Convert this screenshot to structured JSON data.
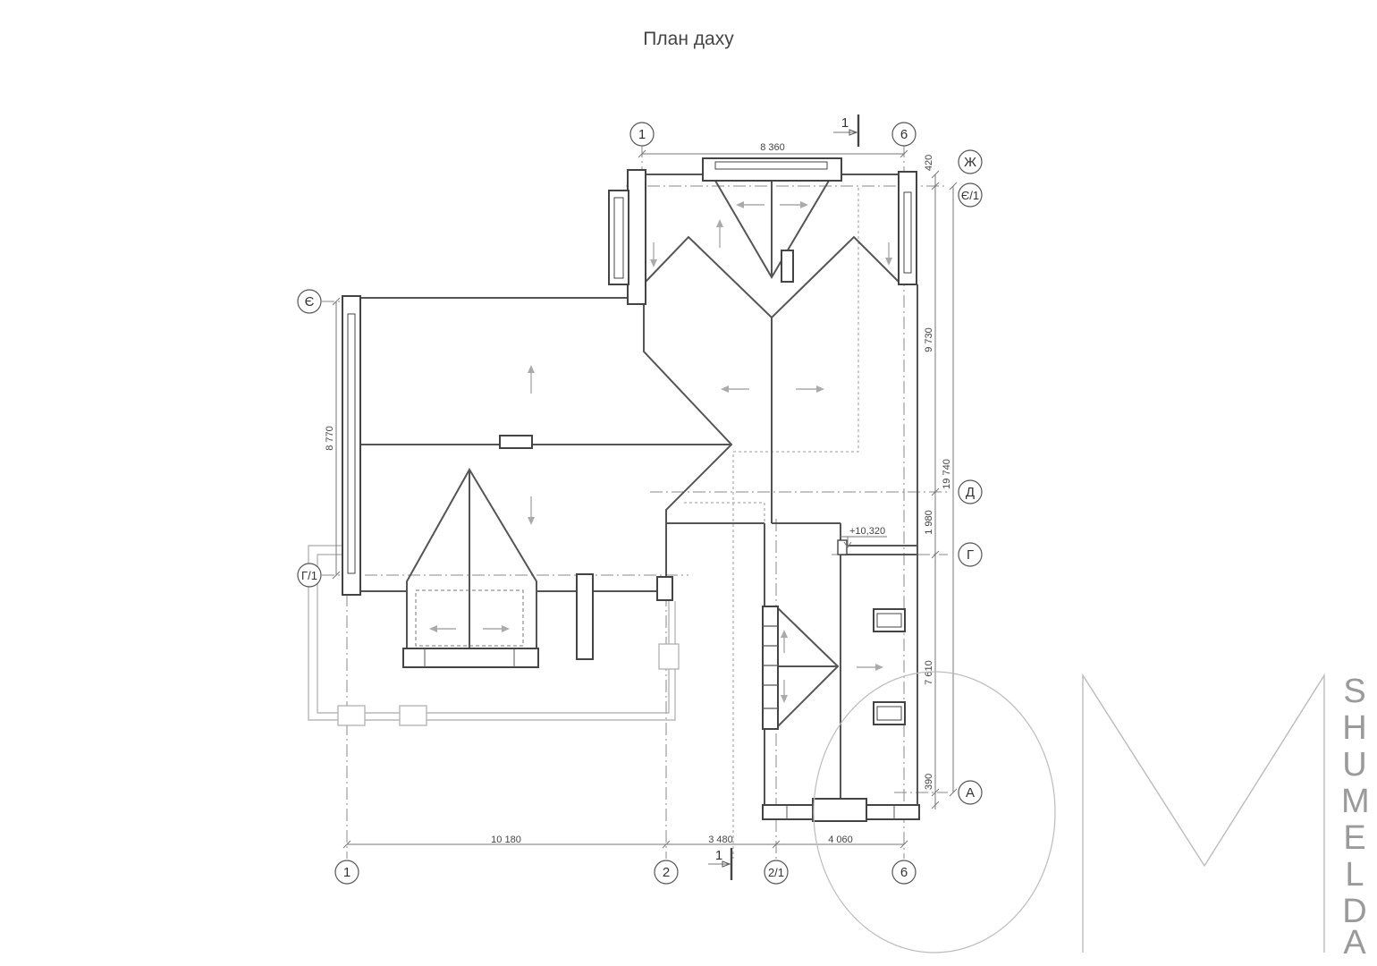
{
  "title": "План даху",
  "dimensions": {
    "top": "8 360",
    "right_420": "420",
    "right_9730": "9 730",
    "right_19740": "19 740",
    "right_1980": "1 980",
    "right_7610": "7 610",
    "right_390": "390",
    "left_8770": "8 770",
    "bottom_10180": "10 180",
    "bottom_3480": "3 480",
    "bottom_4060": "4 060"
  },
  "level_mark": "+10,320",
  "axes": {
    "top_1": "1",
    "top_6": "6",
    "bottom_1": "1",
    "bottom_2": "2",
    "bottom_21": "2/1",
    "bottom_6": "6",
    "right_zh": "Ж",
    "right_ye1": "Є/1",
    "right_d": "Д",
    "right_g": "Г",
    "right_a": "А",
    "left_ye": "Є",
    "left_g1": "Г/1"
  },
  "section_marks": {
    "top": "1",
    "bottom": "1"
  },
  "brand": {
    "letters": [
      "S",
      "H",
      "U",
      "M",
      "E",
      "L",
      "D",
      "A"
    ]
  }
}
